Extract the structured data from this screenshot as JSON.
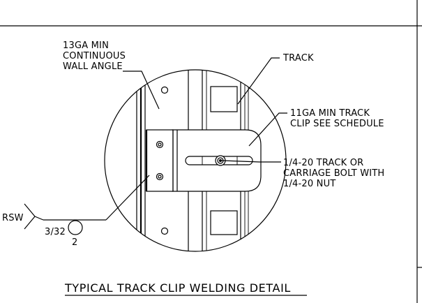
{
  "labels": {
    "wall_angle": [
      "13GA MIN",
      "CONTINUOUS",
      "WALL ANGLE"
    ],
    "track": "TRACK",
    "track_clip": [
      "11GA MIN TRACK",
      "CLIP SEE SCHEDULE"
    ],
    "bolt": [
      "1/4-20 TRACK OR",
      "CARRIAGE BOLT WITH",
      "1/4-20 NUT"
    ],
    "weld_tail": "RSW",
    "weld_size": "3/32",
    "weld_length": "2",
    "title": "TYPICAL TRACK CLIP WELDING DETAIL"
  }
}
